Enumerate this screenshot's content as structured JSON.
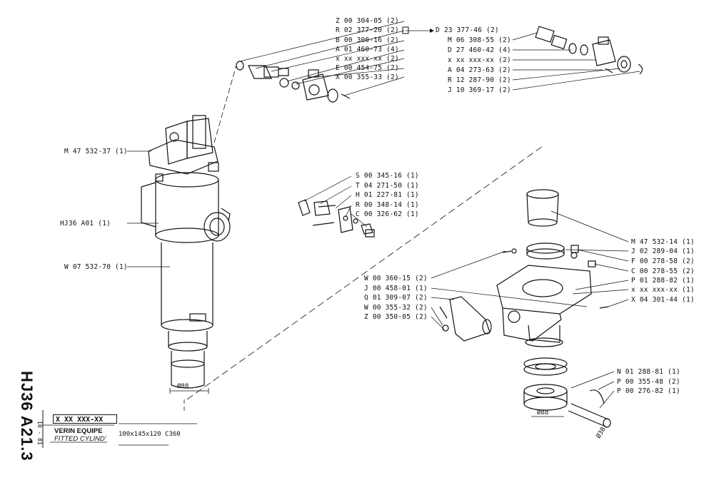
{
  "title_block": {
    "code": "HJ36  A21.3",
    "date": "10 - 81",
    "ref": "X  XX  XXX-XX",
    "name_fr": "VERIN EQUIPE",
    "name_en": "FITTED CYLIND'",
    "spec": "100x145x120  C360"
  },
  "dimensions": {
    "dia_left": "Ø88",
    "dia_right": "Ø88",
    "dia_pin": "Ø38"
  },
  "labels": {
    "top_left": [
      "Z 00 304-05 (2)",
      "R 02 377-20 (2)",
      "B 00 300-16 (2)",
      "A 01 460-73 (4)",
      "x xx xxx-xx (2)",
      "E 00 454-75 (2)",
      "X 00 355-33 (2)"
    ],
    "top_arrow_target": "D 23 377-46 (2)",
    "top_right": [
      "M 06 308-55 (2)",
      "D 27 460-42 (4)",
      "x xx xxx-xx (2)",
      "A 04 273-63 (2)",
      "R 12 287-90 (2)",
      "J 10 369-17 (2)"
    ],
    "cylinder": [
      "M 47 532-37 (1)",
      "HJ36  A01 (1)",
      "W 07 532-70 (1)"
    ],
    "middle": [
      "S 00 345-16 (1)",
      "T 04 271-50 (1)",
      "H 01 227-81 (1)",
      "R 00 348-14 (1)",
      "C 00 326-62 (1)"
    ],
    "right_side": [
      "M 47 532-14 (1)",
      "J 02 289-04 (1)",
      "F 00 278-58 (2)",
      "C 00 278-55 (2)",
      "P 01 288-82 (1)",
      "x xx xxx-xx (1)",
      "X 04 301-44 (1)"
    ],
    "left_lower": [
      "W 00 360-15 (2)",
      "J 00 458-01 (1)",
      "Q 01 309-07 (2)",
      "W 00 355-32 (2)",
      "Z 00 350-05 (2)"
    ],
    "bottom_right": [
      "N 01 288-81 (1)",
      "P 00 355-48 (2)",
      "P 00 276-82 (1)"
    ]
  }
}
